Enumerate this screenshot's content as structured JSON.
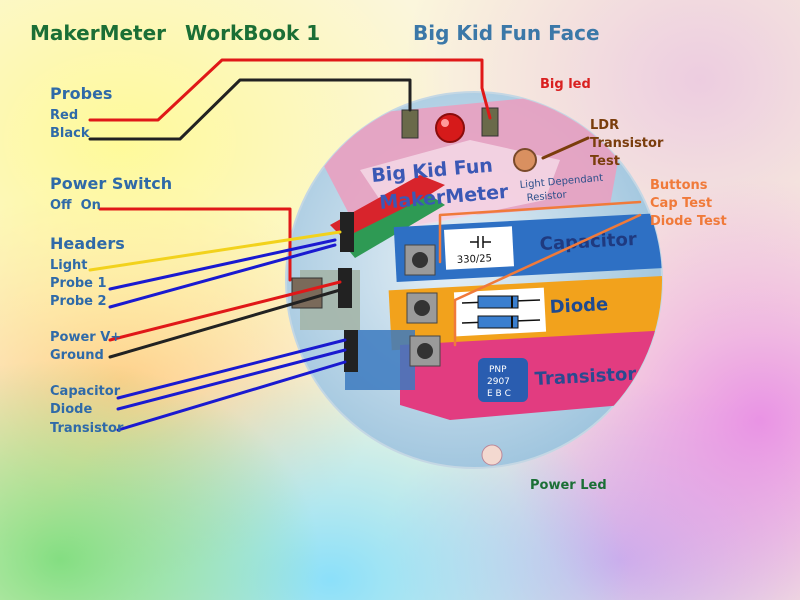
{
  "header": {
    "brand": "MakerMeter",
    "workbook": "WorkBook 1",
    "title": "Big Kid Fun Face"
  },
  "left_labels": {
    "probes": {
      "title": "Probes",
      "red": "Red",
      "black": "Black"
    },
    "power_switch": {
      "title": "Power Switch",
      "off_on": "Off  On"
    },
    "headers": {
      "title": "Headers",
      "light": "Light",
      "probe1": "Probe 1",
      "probe2": "Probe 2"
    },
    "power": {
      "power_v": "Power V+",
      "ground": "Ground"
    },
    "tests": {
      "capacitor": "Capacitor",
      "diode": "Diode",
      "transistor": "Transistor"
    }
  },
  "right_labels": {
    "big_led": "Big led",
    "ldr": [
      "LDR",
      "Transistor",
      "Test"
    ],
    "buttons": [
      "Buttons",
      "Cap Test",
      "Diode Test"
    ],
    "power_led": "Power Led"
  },
  "board": {
    "title_line1": "Big Kid Fun",
    "title_line2": "MakerMeter",
    "ldr_line1": "Light Dependant",
    "ldr_line2": "Resistor",
    "cap_value": "330/25",
    "capacitor": "Capacitor",
    "diode": "Diode",
    "transistor": "Transistor",
    "pnp_line1": "PNP",
    "pnp_line2": "2907",
    "pnp_line3": "E B C"
  },
  "colors": {
    "header_green": "#1b6f36",
    "title_blue": "#3b78a8",
    "label_blue": "#2f6aa8",
    "big_led_red": "#d92020",
    "ldr_brown": "#7a3d0c",
    "buttons_orange": "#f07a3a",
    "wire_red": "#e01818",
    "wire_black": "#222222",
    "wire_yellow": "#f2d21c",
    "wire_blue": "#1a1ad0",
    "wire_orange": "#f07a3a"
  }
}
